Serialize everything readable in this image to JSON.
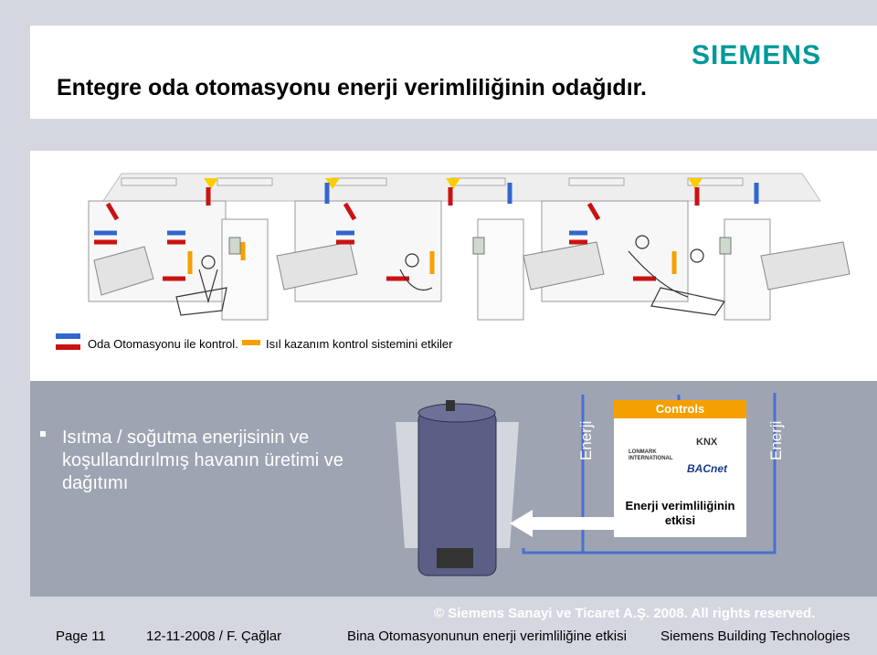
{
  "header": {
    "title": "Entegre oda otomasyonu enerji verimliliğinin odağıdır.",
    "logo": "SIEMENS"
  },
  "legend": {
    "room_automation": "Oda Otomasyonu ile kontrol.",
    "heat_gain": "Isıl kazanım kontrol sistemini etkiler"
  },
  "main": {
    "bullet": "Isıtma / soğutma enerjisinin ve koşullandırılmış havanın üretimi ve dağıtımı",
    "energy_left": "Enerji",
    "energy_right": "Enerji",
    "controls_title": "Controls",
    "efficiency": "Enerji verimliliğinin etkisi",
    "logos": [
      "LONMARK INTERNATIONAL",
      "KNX",
      "BACnet"
    ]
  },
  "footer": {
    "copyright": "© Siemens Sanayi ve Ticaret A.Ş. 2008. All rights reserved.",
    "page": "Page 11",
    "date_author": "12-11-2008 / F. Çağlar",
    "subject": "Bina Otomasyonunun enerji verimliliğine etkisi",
    "company": "Siemens Building Technologies"
  },
  "colors": {
    "brand": "#009999",
    "lower_panel": "#9ea4b2",
    "controls_header": "#f5a000",
    "arrow_red": "#cc1111",
    "arrow_blue": "#3366cc",
    "arrow_yellow": "#ffcc00",
    "flow_line": "#4a6fd0"
  }
}
